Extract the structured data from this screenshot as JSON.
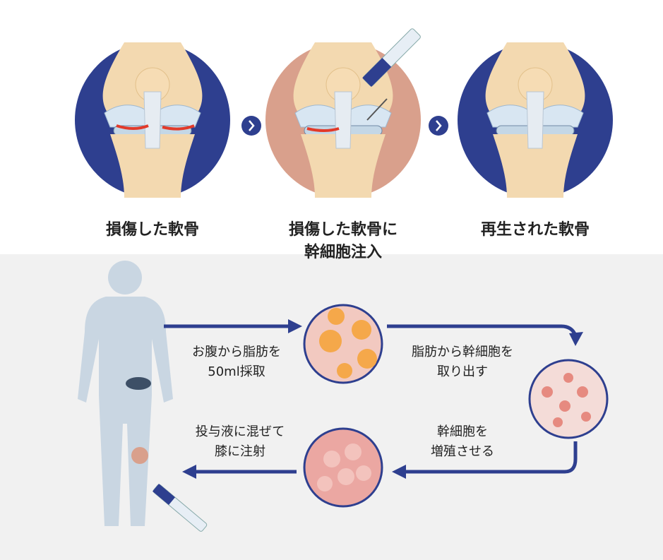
{
  "top_stages": [
    {
      "line1": "損傷した軟骨",
      "line2": ""
    },
    {
      "line1": "損傷した軟骨に",
      "line2": "幹細胞注入"
    },
    {
      "line1": "再生された軟骨",
      "line2": ""
    }
  ],
  "process_steps": [
    {
      "line1": "お腹から脂肪を",
      "line2": "50ml採取"
    },
    {
      "line1": "脂肪から幹細胞を",
      "line2": "取り出す"
    },
    {
      "line1": "幹細胞を",
      "line2": "増殖させる"
    },
    {
      "line1": "投与液に混ぜて",
      "line2": "膝に注射"
    }
  ],
  "colors": {
    "navy": "#2e3f8f",
    "salmon": "#d9a08c",
    "body": "#c9d6e2",
    "background": "#f1f1f1"
  }
}
